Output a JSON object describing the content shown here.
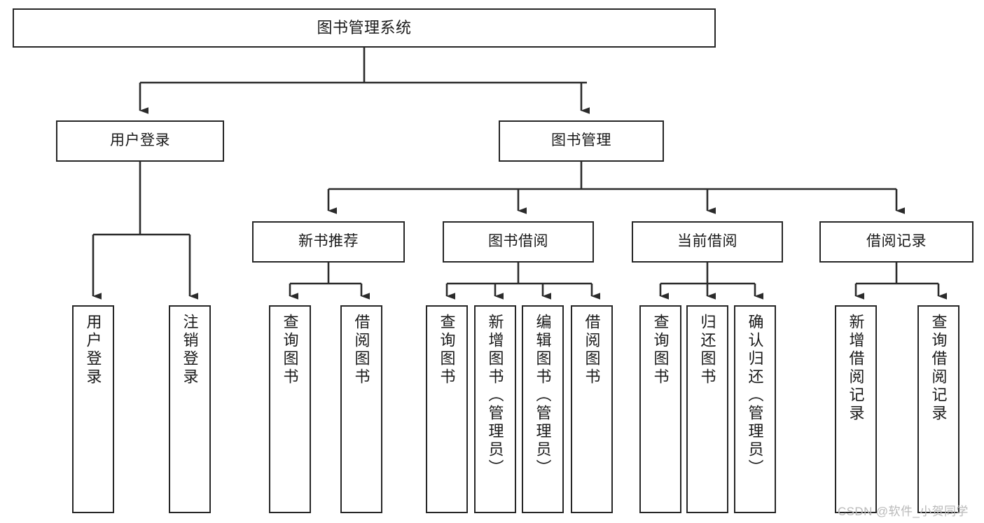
{
  "diagram": {
    "title": "图书管理系统",
    "type": "tree-hierarchy-chart",
    "watermark": "CSDN @软件_小贺同学",
    "colors": {
      "box_border": "#262626",
      "box_fill": "#ffffff",
      "connector": "#2b2b2b",
      "text": "#1a1a1a",
      "watermark": "#b9b9b9",
      "background": "#ffffff"
    },
    "nodes": {
      "root": {
        "label": "图书管理系统"
      },
      "level2": [
        {
          "id": "user-login",
          "label": "用户登录"
        },
        {
          "id": "book-manage",
          "label": "图书管理"
        }
      ],
      "level3": [
        {
          "id": "new-book-recommend",
          "label": "新书推荐"
        },
        {
          "id": "book-borrow",
          "label": "图书借阅"
        },
        {
          "id": "current-borrow",
          "label": "当前借阅"
        },
        {
          "id": "borrow-record",
          "label": "借阅记录"
        }
      ],
      "leaves": [
        {
          "id": "leaf-user-login",
          "label": "用户登录",
          "parent": "user-login"
        },
        {
          "id": "leaf-logout-login",
          "label": "注销登录",
          "parent": "user-login"
        },
        {
          "id": "leaf-query-book-1",
          "label": "查询图书",
          "parent": "new-book-recommend"
        },
        {
          "id": "leaf-borrow-book-1",
          "label": "借阅图书",
          "parent": "new-book-recommend"
        },
        {
          "id": "leaf-query-book-2",
          "label": "查询图书",
          "parent": "book-borrow"
        },
        {
          "id": "leaf-add-book",
          "label": "新增图书（管理员）",
          "parent": "book-borrow"
        },
        {
          "id": "leaf-edit-book",
          "label": "编辑图书（管理员）",
          "parent": "book-borrow"
        },
        {
          "id": "leaf-borrow-book-2",
          "label": "借阅图书",
          "parent": "book-borrow"
        },
        {
          "id": "leaf-query-book-3",
          "label": "查询图书",
          "parent": "current-borrow"
        },
        {
          "id": "leaf-return-book",
          "label": "归还图书",
          "parent": "current-borrow"
        },
        {
          "id": "leaf-confirm-return",
          "label": "确认归还（管理员）",
          "parent": "current-borrow"
        },
        {
          "id": "leaf-add-record",
          "label": "新增借阅记录",
          "parent": "borrow-record"
        },
        {
          "id": "leaf-query-record",
          "label": "查询借阅记录",
          "parent": "borrow-record"
        }
      ]
    }
  }
}
